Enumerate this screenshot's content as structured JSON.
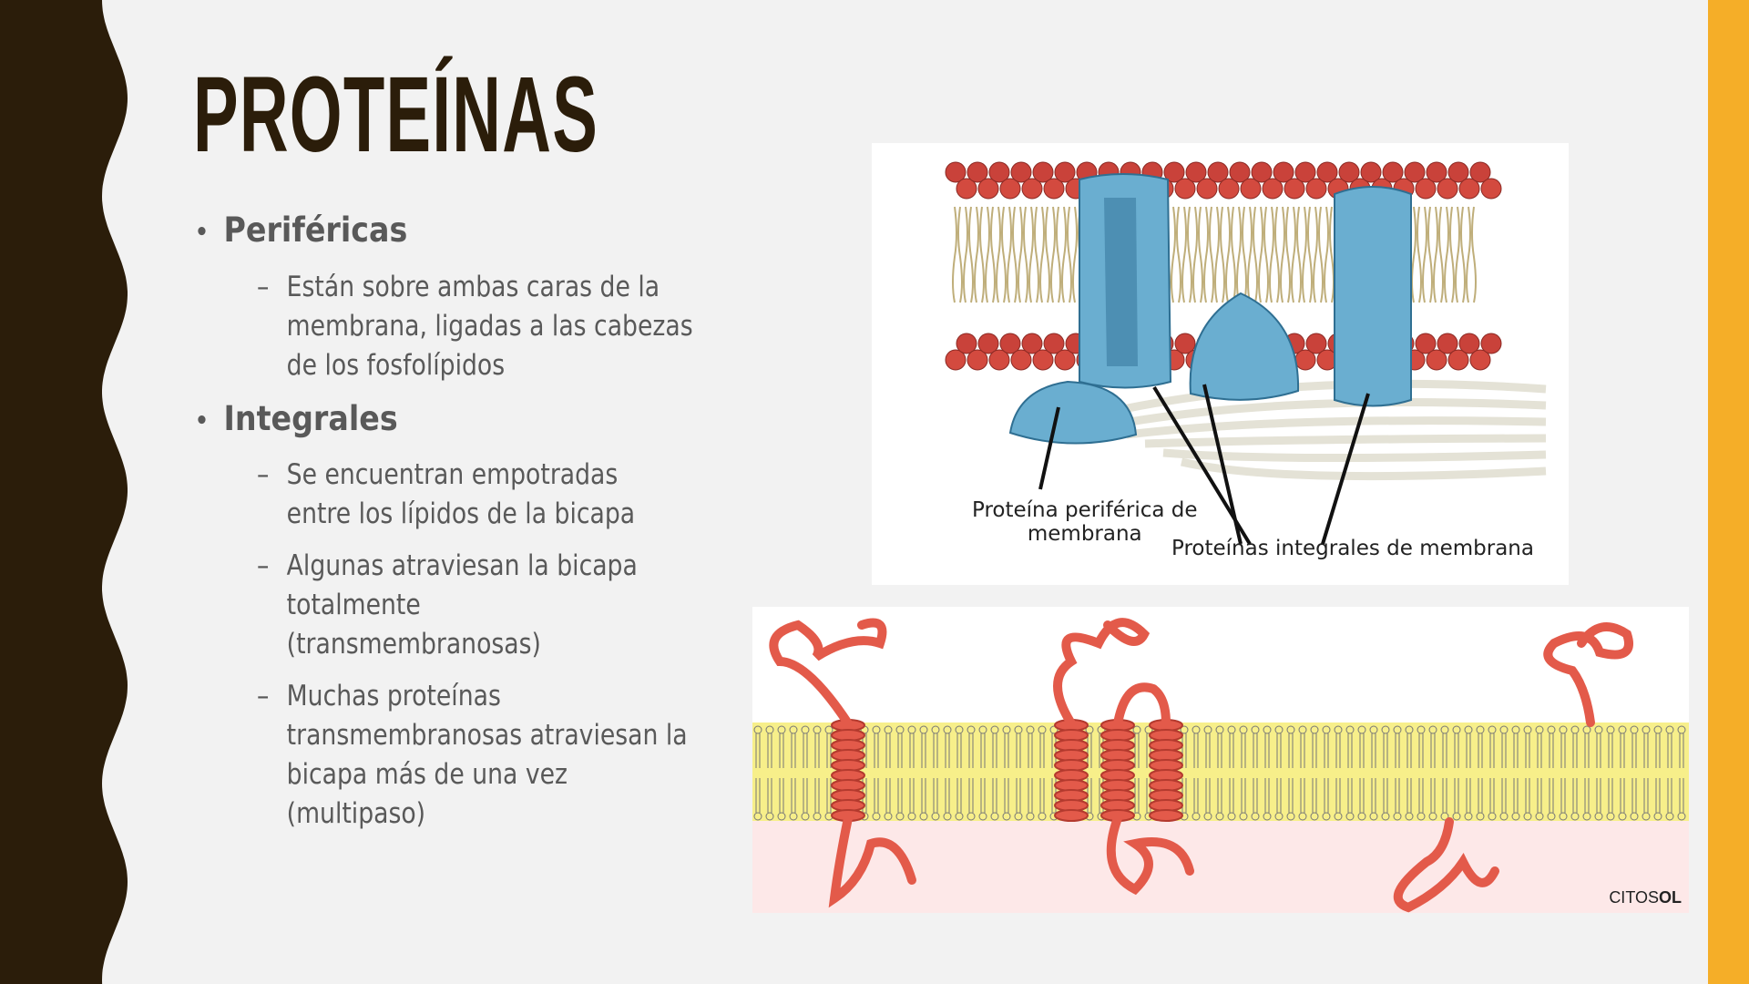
{
  "slide": {
    "title": "PROTEÍNAS",
    "colors": {
      "background": "#f2f2f2",
      "left_band": "#2b1d0a",
      "right_bar": "#f5ae28",
      "text": "#595959"
    },
    "bullets": [
      {
        "label": "Periféricas",
        "sub": [
          [
            "Están sobre ambas caras de la",
            "membrana, ligadas a las cabezas",
            "de los fosfolípidos"
          ]
        ]
      },
      {
        "label": "Integrales",
        "sub": [
          [
            "Se encuentran empotradas",
            "entre los lípidos de la bicapa"
          ],
          [
            "Algunas atraviesan la bicapa",
            "totalmente",
            "(transmembranosas)"
          ],
          [
            "Muchas proteínas",
            "transmembranosas atraviesan la",
            "bicapa más de una vez",
            "(multipaso)"
          ]
        ]
      }
    ],
    "bullet_char": "•",
    "dash_char": "–"
  },
  "figure_top": {
    "label_peripheral_1": "Proteína periférica de",
    "label_peripheral_2": "membrana",
    "label_integral": "Proteínas integrales de membrana"
  },
  "figure_bottom": {
    "logo_a": "CITOS",
    "logo_b": "OL"
  }
}
